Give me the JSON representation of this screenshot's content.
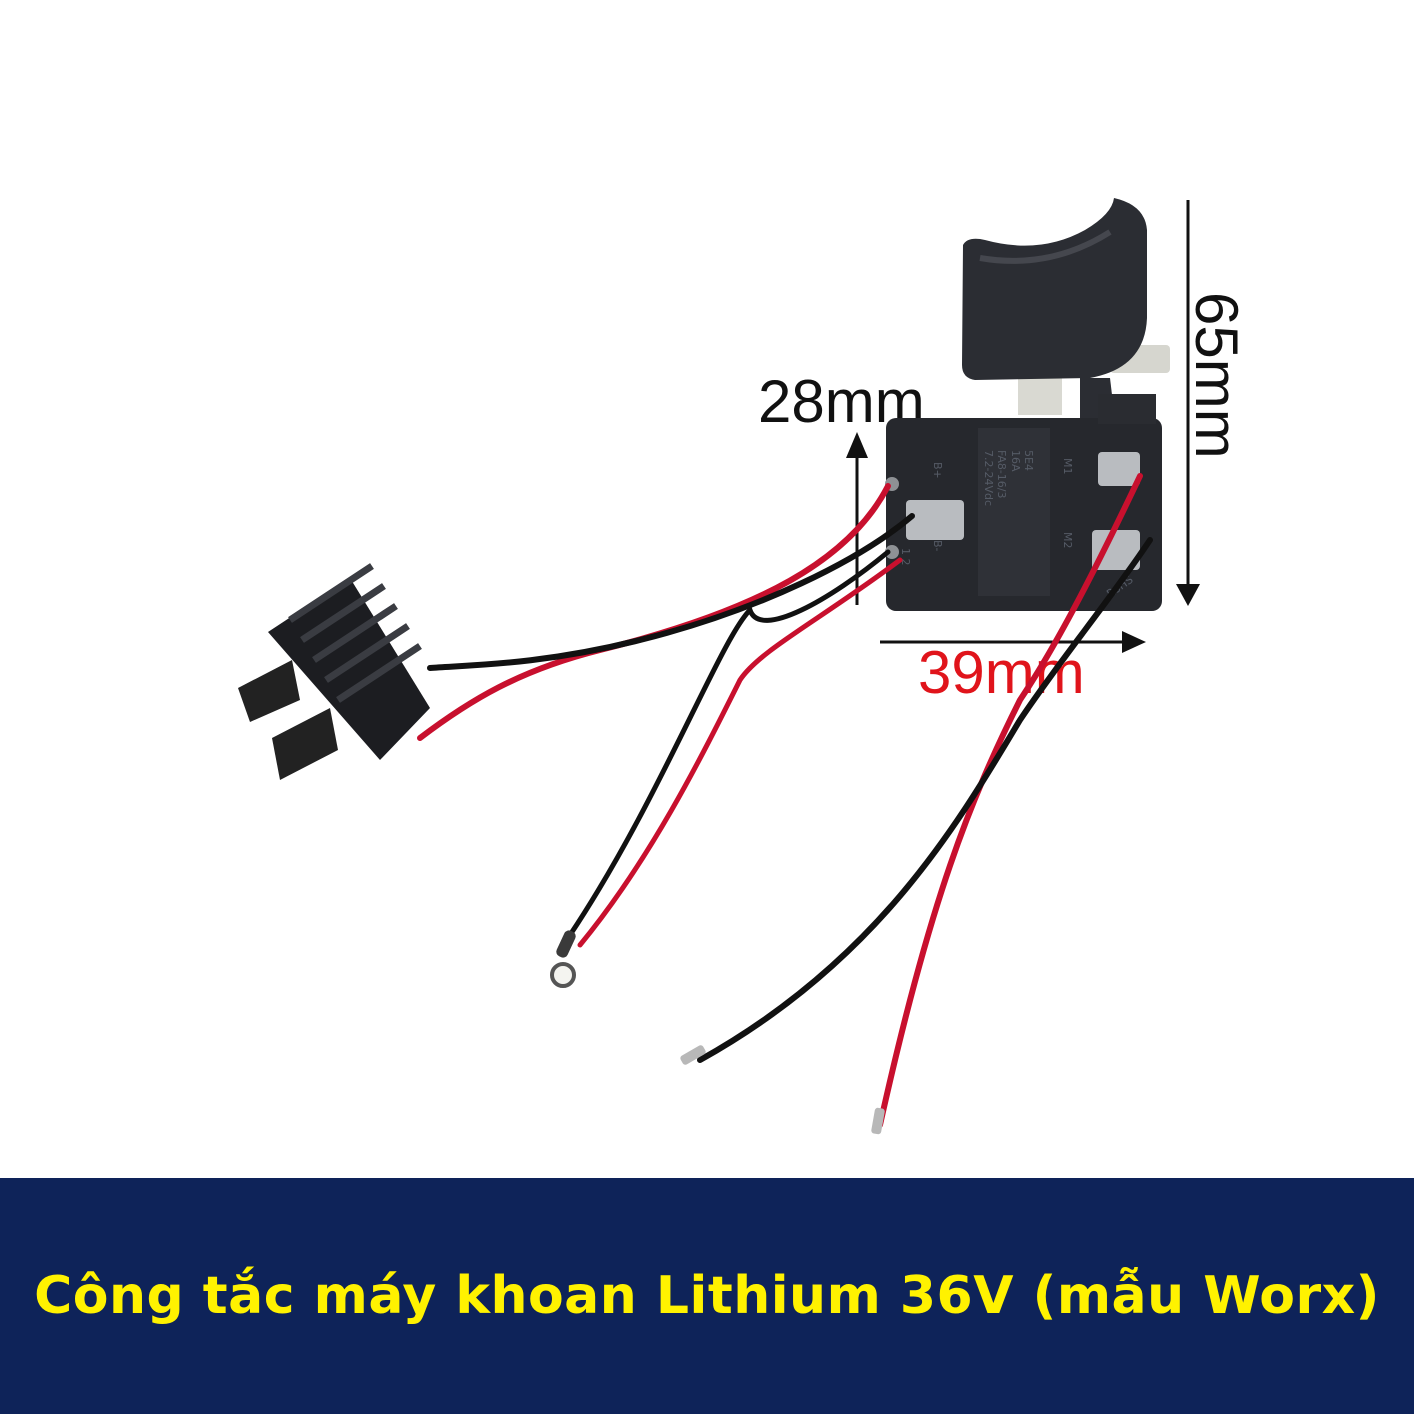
{
  "product": {
    "caption": "Công tắc máy khoan Lithium 36V (mẫu Worx)"
  },
  "dimensions": {
    "height_label": "65mm",
    "depth_label": "28mm",
    "width_label": "39mm"
  },
  "switch_markings": {
    "model": "FA8-16/3",
    "rating_1": "7.2-24Vdc",
    "rating_2": "16A",
    "rating_3": "5E4",
    "terminal_b_plus": "B+",
    "terminal_b_minus": "B-",
    "terminal_m1": "M1",
    "terminal_m2": "M2",
    "pins": "1 2",
    "rohs": "RoHS"
  },
  "colors": {
    "caption_bar": "#0e2359",
    "caption_text": "#fff200",
    "dimension_red": "#e0141b",
    "wire_red": "#c8102e",
    "wire_black": "#111111",
    "switch_body": "#26282d"
  }
}
